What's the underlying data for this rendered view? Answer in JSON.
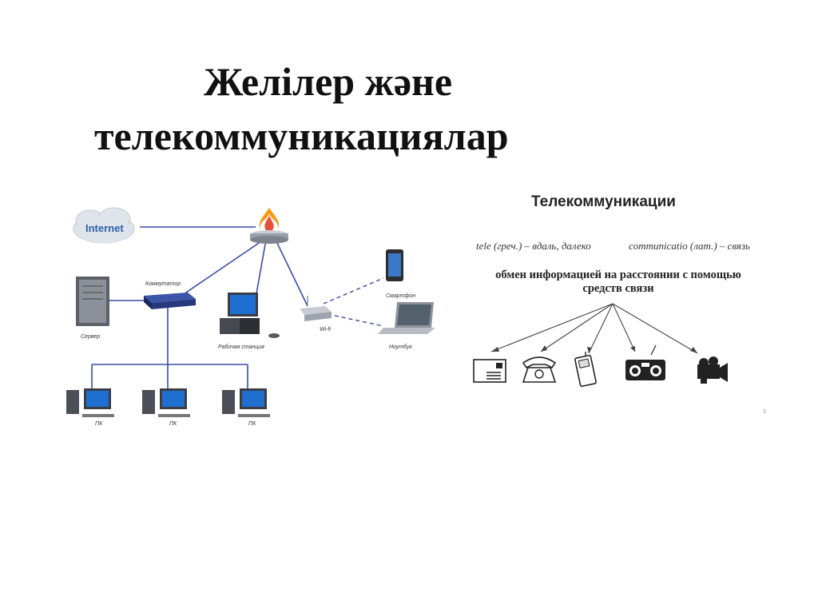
{
  "slide": {
    "title_line1": "Желілер және",
    "title_line2": "телекоммуникациялар"
  },
  "network_diagram": {
    "internet_label": "Internet",
    "switch_label": "Коммутатор",
    "server_label": "Сервер",
    "workstation_label": "Рабочая станция",
    "wifi_label": "Wi-fi",
    "smartphone_label": "Смартфон",
    "laptop_label": "Ноутбук",
    "pc_labels": [
      "ПК",
      "ПК",
      "ПК"
    ]
  },
  "telecom_panel": {
    "title": "Телекоммуникации",
    "etymology_tele": "tele (греч.) – вдаль, далеко",
    "etymology_communicatio": "communicatio (лат.) – связь",
    "definition": "обмен информацией на расстоянии с помощью средств связи",
    "page_number": "3",
    "means_icons": [
      "envelope-icon",
      "telephone-icon",
      "mobile-phone-icon",
      "radio-icon",
      "video-camera-icon"
    ]
  },
  "colors": {
    "link_line": "#3b4aa8",
    "wifi_dash": "#3b4aa8",
    "monitor_screen": "#1f6fd1",
    "firewall_flame": "#f39c12"
  }
}
